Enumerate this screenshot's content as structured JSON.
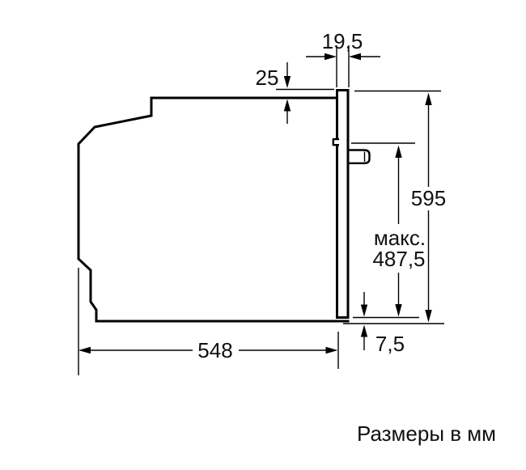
{
  "diagram": {
    "subject": "built-in-oven-side-view-dimension-drawing",
    "units_note": "Размеры в мм",
    "dims": {
      "door_thickness": "19,5",
      "top_clearance": "25",
      "front_height": "595",
      "max_label": "макс.",
      "max_value": "487,5",
      "bottom_overhang": "7,5",
      "body_depth": "548"
    },
    "colors": {
      "line": "#000000",
      "text": "#111111",
      "background": "#ffffff"
    }
  }
}
